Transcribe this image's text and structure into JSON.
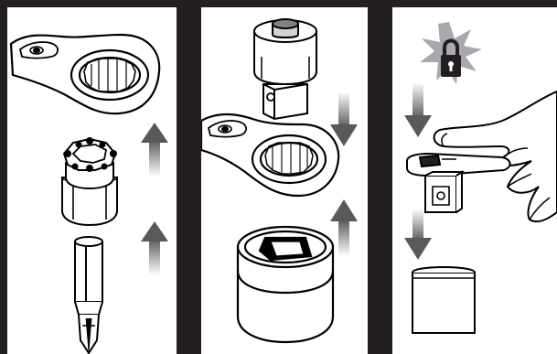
{
  "illustration": {
    "panels": [
      {
        "step": 1,
        "parts": [
          "ratcheting-wrench-head",
          "bit-adapter",
          "screwdriver-bit"
        ],
        "arrows": [
          "up",
          "up"
        ]
      },
      {
        "step": 2,
        "parts": [
          "drive-adapter",
          "ratcheting-wrench-head",
          "socket"
        ],
        "arrows": [
          "down",
          "up"
        ]
      },
      {
        "step": 3,
        "parts": [
          "lock-icon",
          "hand",
          "ratchet-release",
          "drive-square"
        ],
        "arrows": [
          "down",
          "down"
        ]
      }
    ],
    "colors": {
      "frame": "#231f20",
      "panel": "#ffffff",
      "line": "#000000",
      "arrow": "#6d6e71",
      "lock_burst": "#a7a9ac"
    }
  }
}
